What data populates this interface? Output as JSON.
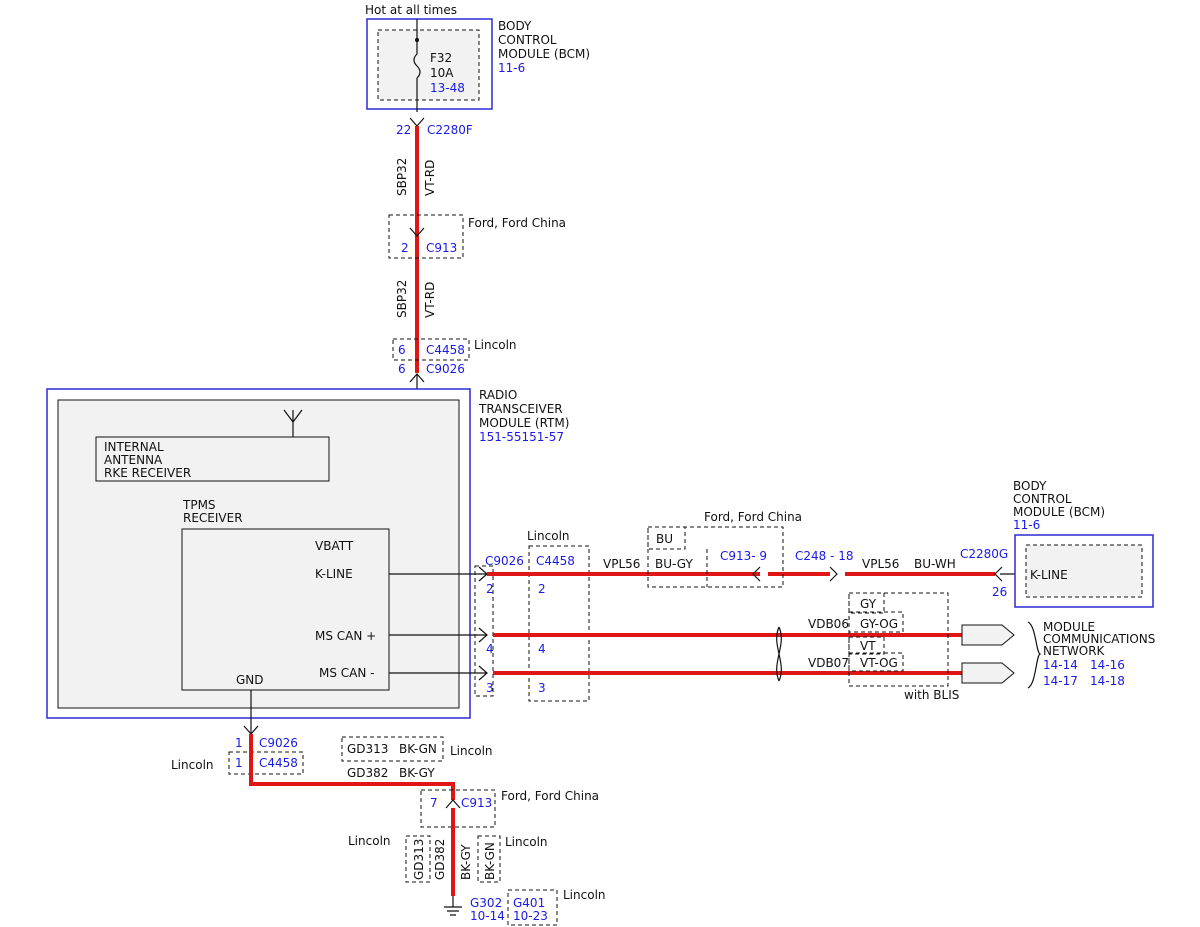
{
  "top": {
    "hot_label": "Hot at all times",
    "bcm_name_l1": "BODY",
    "bcm_name_l2": "CONTROL",
    "bcm_name_l3": "MODULE (BCM)",
    "bcm_ref": "11-6",
    "fuse_name": "F32",
    "fuse_rating": "10A",
    "fuse_ref": "13-48",
    "pin_22": "22",
    "conn_c2280f": "C2280F",
    "wire_sbp32_a": "SBP32",
    "wire_vtrd_a": "VT-RD",
    "pin_2": "2",
    "conn_c913_a": "C913",
    "ford_china_a": "Ford, Ford China",
    "wire_sbp32_b": "SBP32",
    "wire_vtrd_b": "VT-RD",
    "pin_6a": "6",
    "conn_c4458_a": "C4458",
    "lincoln_a": "Lincoln",
    "pin_6b": "6",
    "conn_c9026_a": "C9026"
  },
  "rtm": {
    "name_l1": "RADIO",
    "name_l2": "TRANSCEIVER",
    "name_l3": "MODULE (RTM)",
    "ref": "151-55151-57",
    "antenna_l1": "INTERNAL",
    "antenna_l2": "ANTENNA",
    "antenna_l3": "RKE RECEIVER",
    "tpms_l1": "TPMS",
    "tpms_l2": "RECEIVER",
    "vbatt": "VBATT",
    "kline": "K-LINE",
    "mscan_plus": "MS CAN +",
    "mscan_minus": "MS CAN -",
    "gnd": "GND"
  },
  "right": {
    "conn_c9026": "C9026",
    "pin_2a": "2",
    "pin_4a": "4",
    "pin_3a": "3",
    "lincoln": "Lincoln",
    "conn_c4458": "C4458",
    "pin_2b": "2",
    "pin_4b": "4",
    "pin_3b": "3",
    "ford_china": "Ford, Ford China",
    "bu": "BU",
    "vpl56_a": "VPL56",
    "bu_gy": "BU-GY",
    "c913_9": "C913- 9",
    "c248_18": "C248 - 18",
    "vpl56_b": "VPL56",
    "bu_wh": "BU-WH",
    "conn_c2280g": "C2280G",
    "pin_26": "26",
    "bcm_l1": "BODY",
    "bcm_l2": "CONTROL",
    "bcm_l3": "MODULE (BCM)",
    "bcm_ref": "11-6",
    "bcm_kline": "K-LINE",
    "gy": "GY",
    "vdb06": "VDB06",
    "gy_og": "GY-OG",
    "vt": "VT",
    "vdb07": "VDB07",
    "vt_og": "VT-OG",
    "with_blis": "with BLIS",
    "mcn_l1": "MODULE",
    "mcn_l2": "COMMUNICATIONS",
    "mcn_l3": "NETWORK",
    "ref_1414": "14-14",
    "ref_1416": "14-16",
    "ref_1417": "14-17",
    "ref_1418": "14-18"
  },
  "ground": {
    "pin_1a": "1",
    "conn_c9026": "C9026",
    "lincoln_left": "Lincoln",
    "pin_1b": "1",
    "conn_c4458": "C4458",
    "gd313_a": "GD313",
    "bkgn_a": "BK-GN",
    "lincoln_top": "Lincoln",
    "gd382_a": "GD382",
    "bkgy_a": "BK-GY",
    "pin_7": "7",
    "conn_c913": "C913",
    "ford_china": "Ford, Ford China",
    "lincoln_mid_left": "Lincoln",
    "gd313_v": "GD313",
    "gd382_v": "GD382",
    "bkgy_v": "BK-GY",
    "bkgn_v": "BK-GN",
    "lincoln_mid_right": "Lincoln",
    "g302": "G302",
    "g302_ref": "10-14",
    "g401": "G401",
    "g401_ref": "10-23",
    "lincoln_bottom": "Lincoln"
  }
}
